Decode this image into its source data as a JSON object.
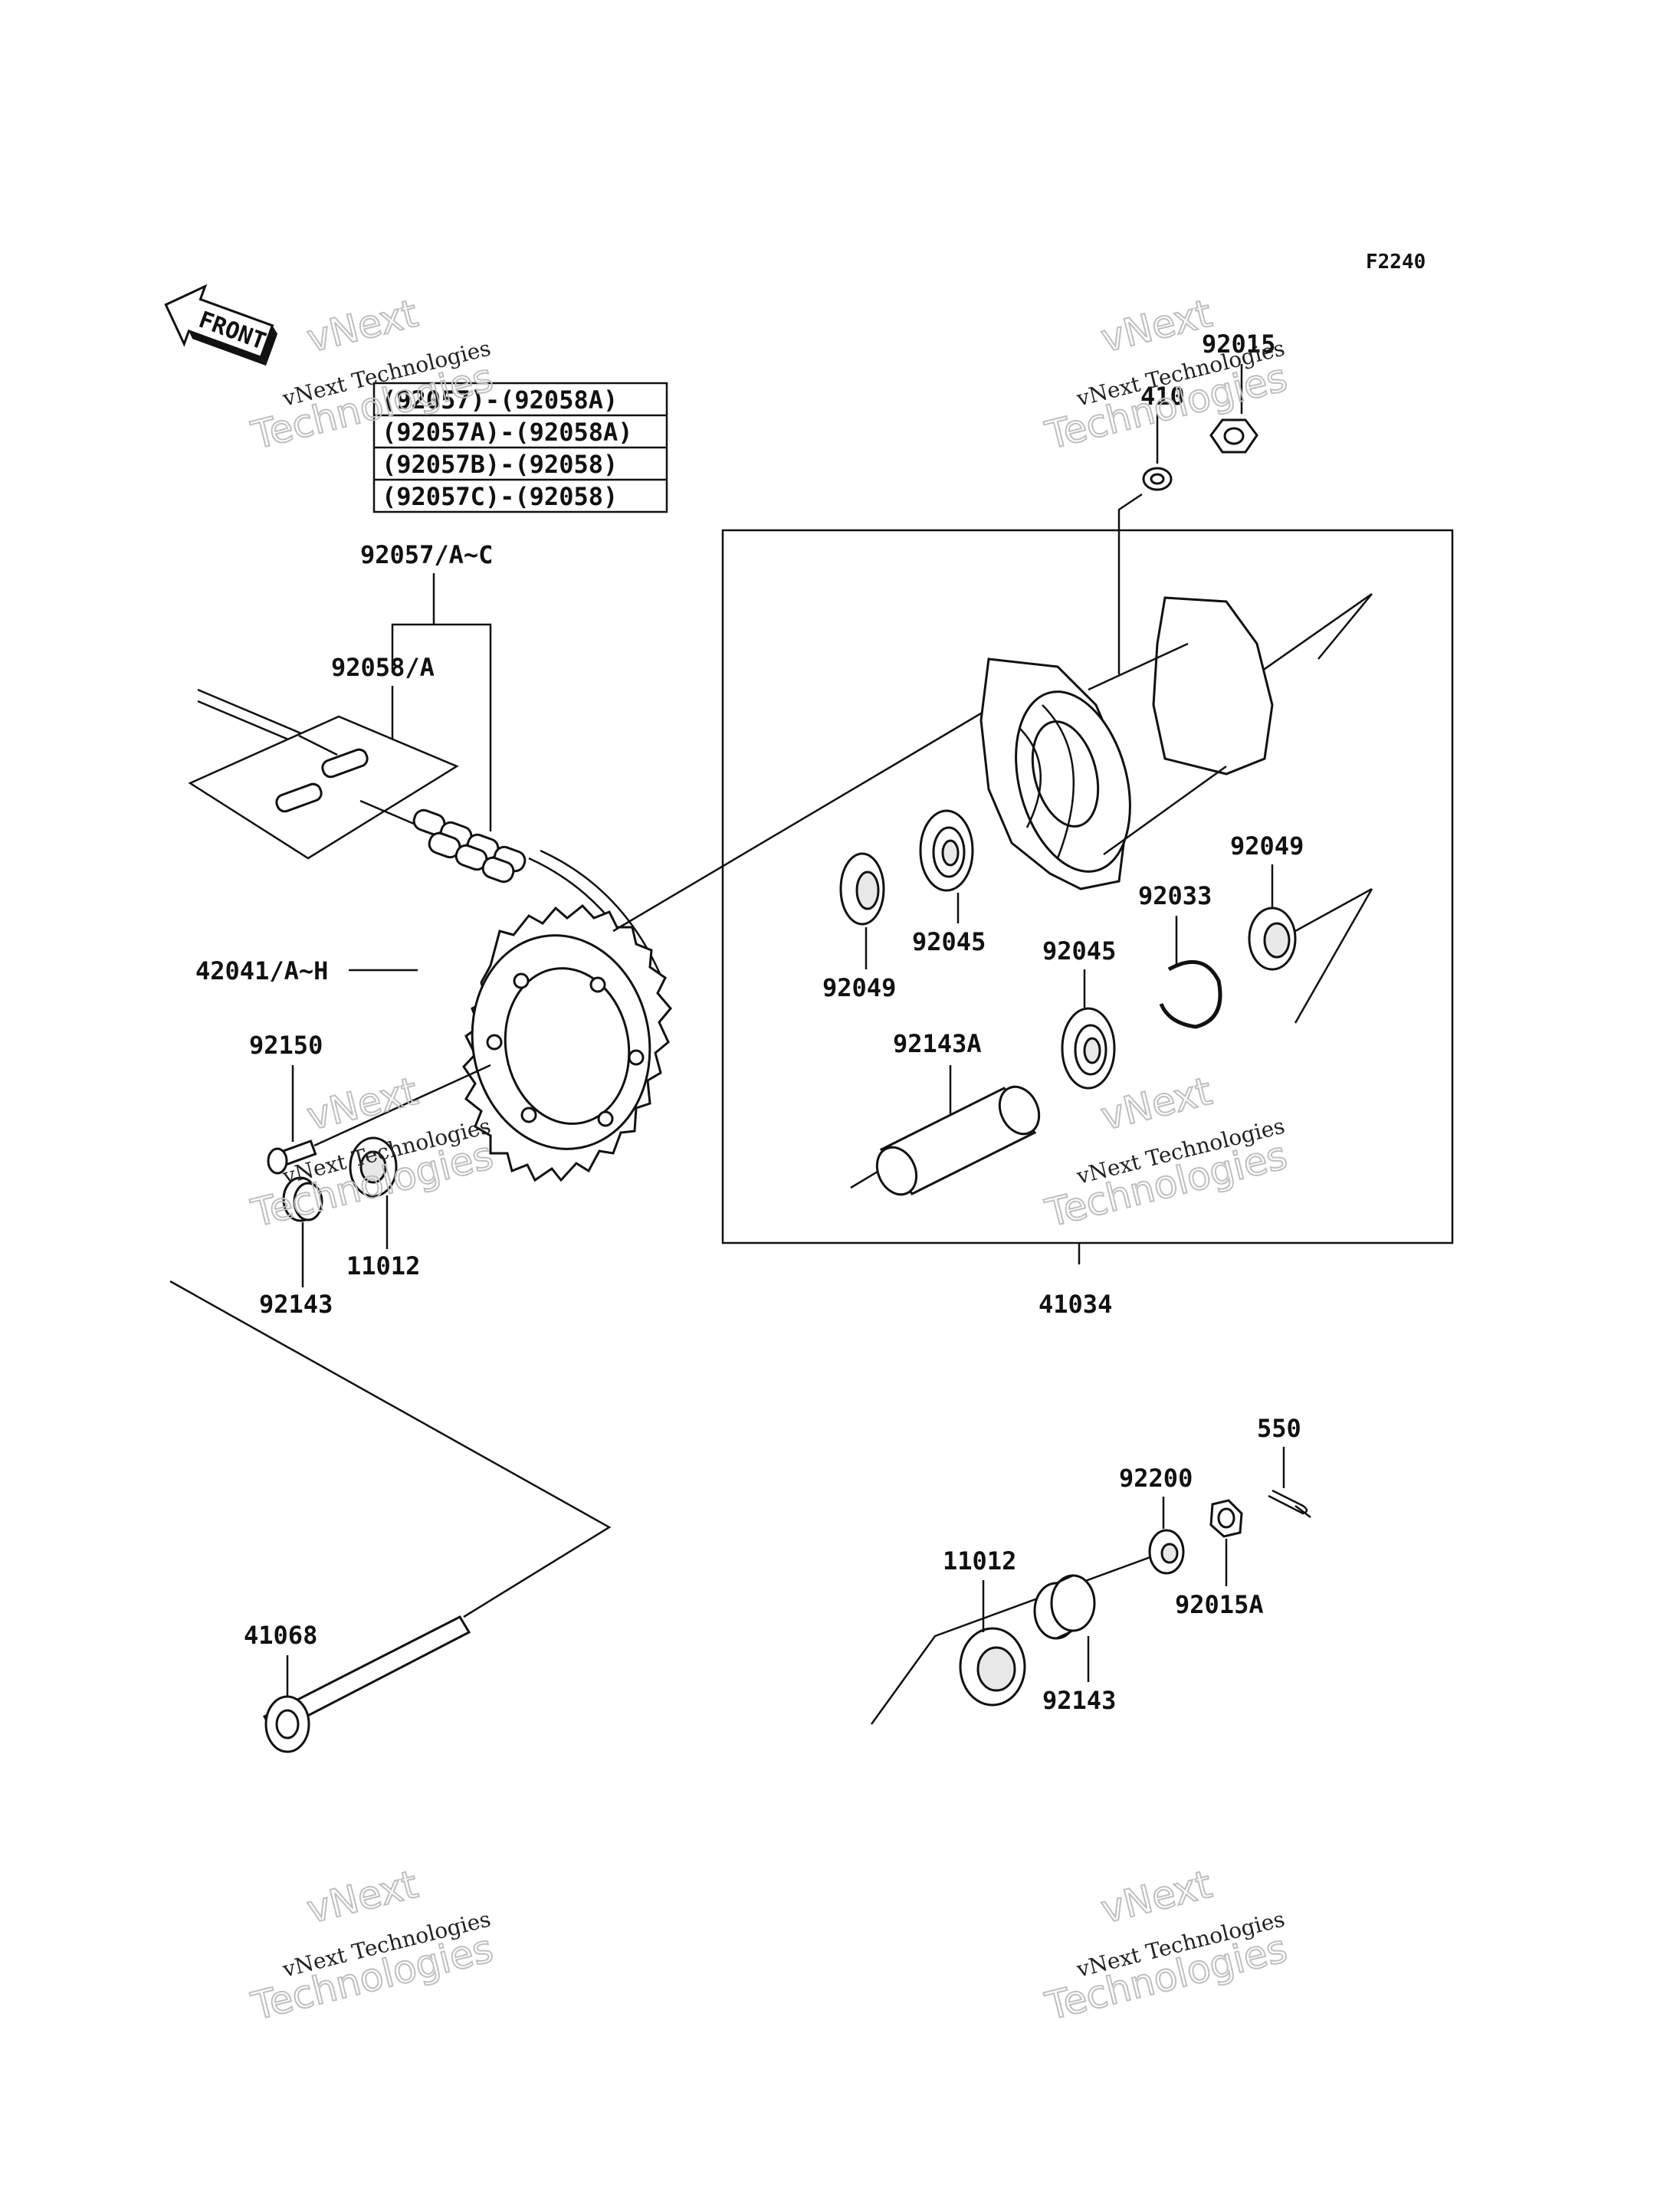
{
  "figure_code": "F2240",
  "front_label": "FRONT",
  "chain_table": [
    "(92057)-(92058A)",
    "(92057A)-(92058A)",
    "(92057B)-(92058)",
    "(92057C)-(92058)"
  ],
  "labels": {
    "chain": "92057/A~C",
    "master_link": "92058/A",
    "sprocket": "42041/A~H",
    "sprocket_bolt": "92150",
    "left_seal": "11012",
    "left_collar": "92143",
    "axle": "41068",
    "hub_assembly": "41034",
    "washer": "410",
    "nut": "92015",
    "seal_left_inner": "92049",
    "bearing_left": "92045",
    "circlip": "92033",
    "bearing_right": "92045",
    "seal_right": "92049",
    "spacer": "92143A",
    "right_seal": "11012",
    "right_collar": "92143",
    "right_washer": "92200",
    "cotter_pin": "550",
    "axle_nut": "92015A"
  },
  "watermark": {
    "line1": "vNext",
    "line2": "vNext Technologies",
    "line3": "Technologies"
  }
}
